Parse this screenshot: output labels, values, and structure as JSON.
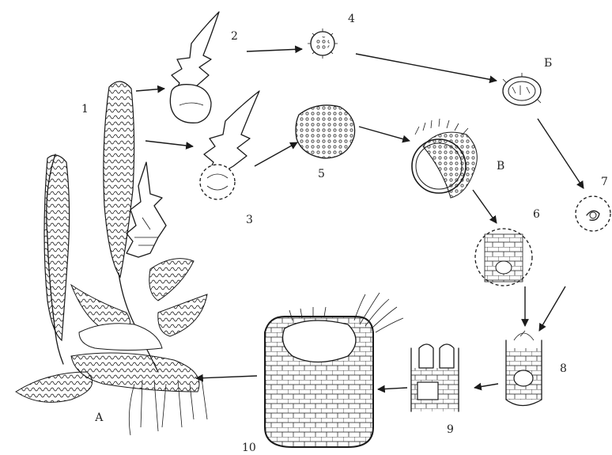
{
  "labels": {
    "stage_1": "1",
    "stage_2": "2",
    "stage_3": "3",
    "stage_4": "4",
    "stage_5": "5",
    "stage_6": "6",
    "stage_7": "7",
    "stage_8": "8",
    "stage_9": "9",
    "stage_10": "10",
    "letter_a": "А",
    "letter_b": "Б",
    "letter_v": "В"
  }
}
